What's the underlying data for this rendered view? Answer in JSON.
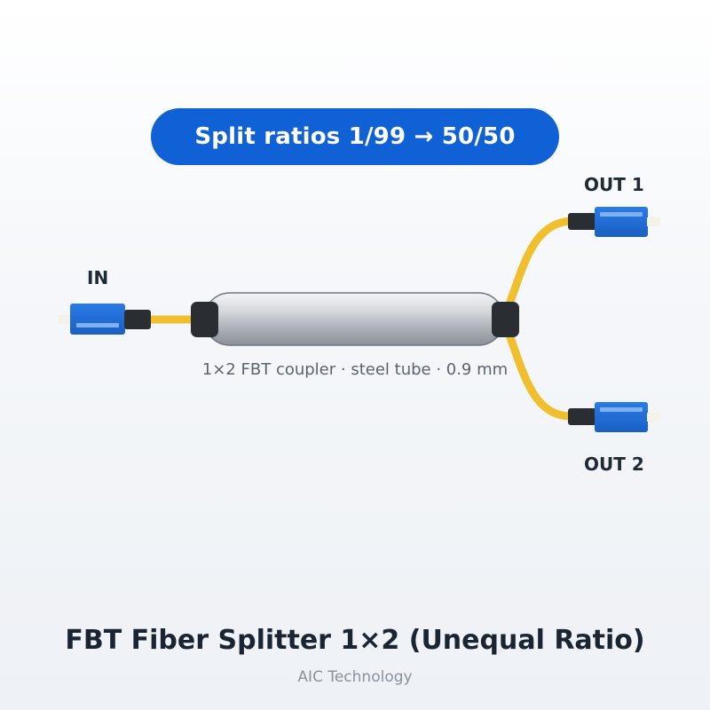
{
  "header": {
    "split_badge": "Split ratios 1/99 → 50/50"
  },
  "ports": {
    "input_label": "IN",
    "output_1_label": "OUT 1",
    "output_2_label": "OUT 2"
  },
  "coupler": {
    "caption": "1×2 FBT coupler · steel tube · 0.9 mm"
  },
  "footer": {
    "title": "FBT Fiber Splitter 1×2 (Unequal Ratio)",
    "brand": "AIC Technology"
  },
  "colors": {
    "accent": "#1060d6",
    "connector_blue": "#1f6fd8",
    "fiber_yellow": "#f0bf2e",
    "boot_dark": "#2a2e33",
    "steel_tube": "#b8bcc2"
  },
  "icons": {
    "input_connector": "sc-connector-icon",
    "output_connector_1": "sc-connector-icon",
    "output_connector_2": "sc-connector-icon",
    "coupler_tube": "steel-tube-icon"
  }
}
